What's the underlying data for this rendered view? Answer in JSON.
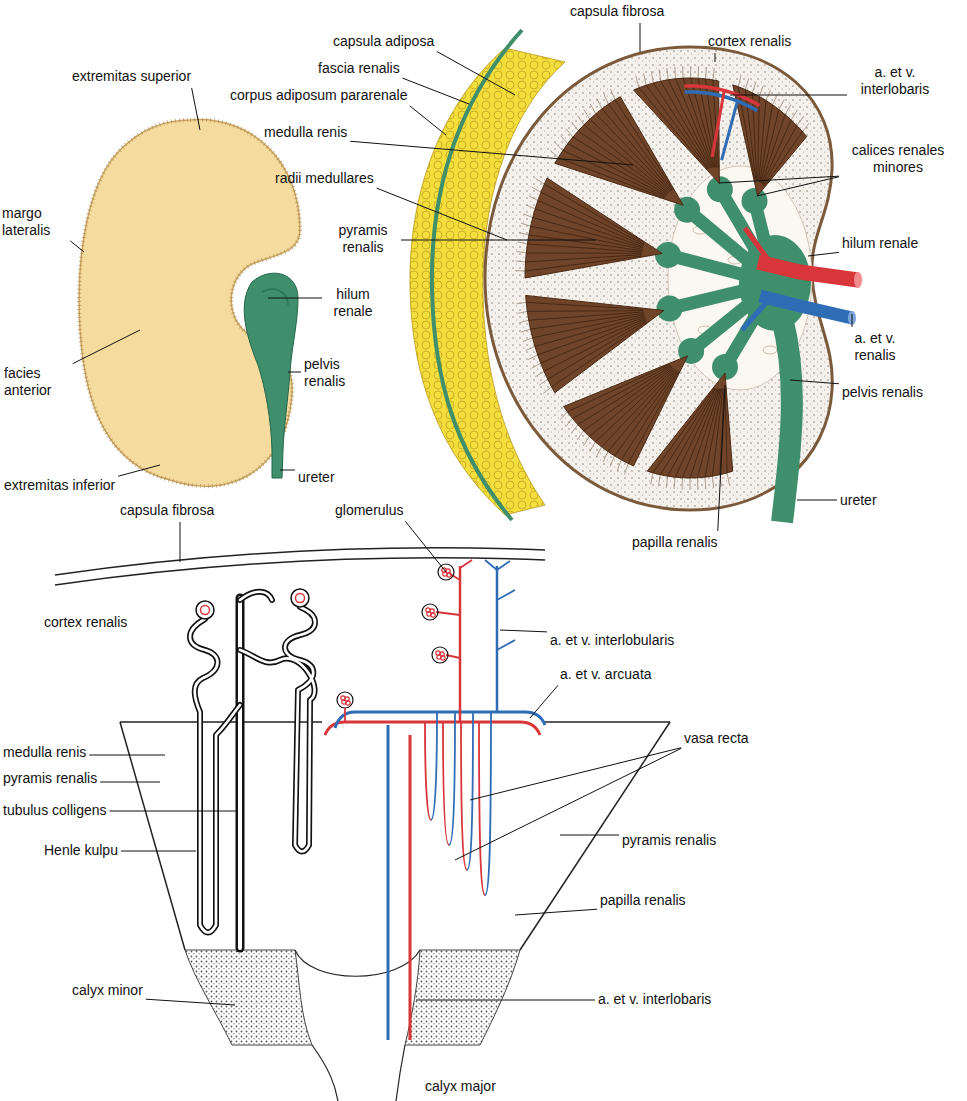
{
  "diagram": {
    "labels": [
      "capsula fibrosa",
      "capsula adiposa",
      "cortex renalis",
      "fascia renalis",
      "extremitas superior",
      "corpus adiposum pararenale",
      "a. et v. interlobaris",
      "medulla renis",
      "calices renales minores",
      "radii medullares",
      "margo lateralis",
      "pyramis renalis",
      "hilum renale",
      "hilum renale",
      "facies anterior",
      "pelvis renalis",
      "a. et v. renalis",
      "pelvis renalis",
      "extremitas inferior",
      "ureter",
      "ureter",
      "capsula fibrosa",
      "glomerulus",
      "papilla renalis",
      "cortex renalis",
      "a. et v. interlobularis",
      "a. et v. arcuata",
      "vasa recta",
      "medulla renis",
      "pyramis renalis",
      "tubulus colligens",
      "pyramis renalis",
      "Henle kulpu",
      "papilla renalis",
      "calyx minor",
      "a. et v. interlobaris",
      "calyx major"
    ]
  }
}
